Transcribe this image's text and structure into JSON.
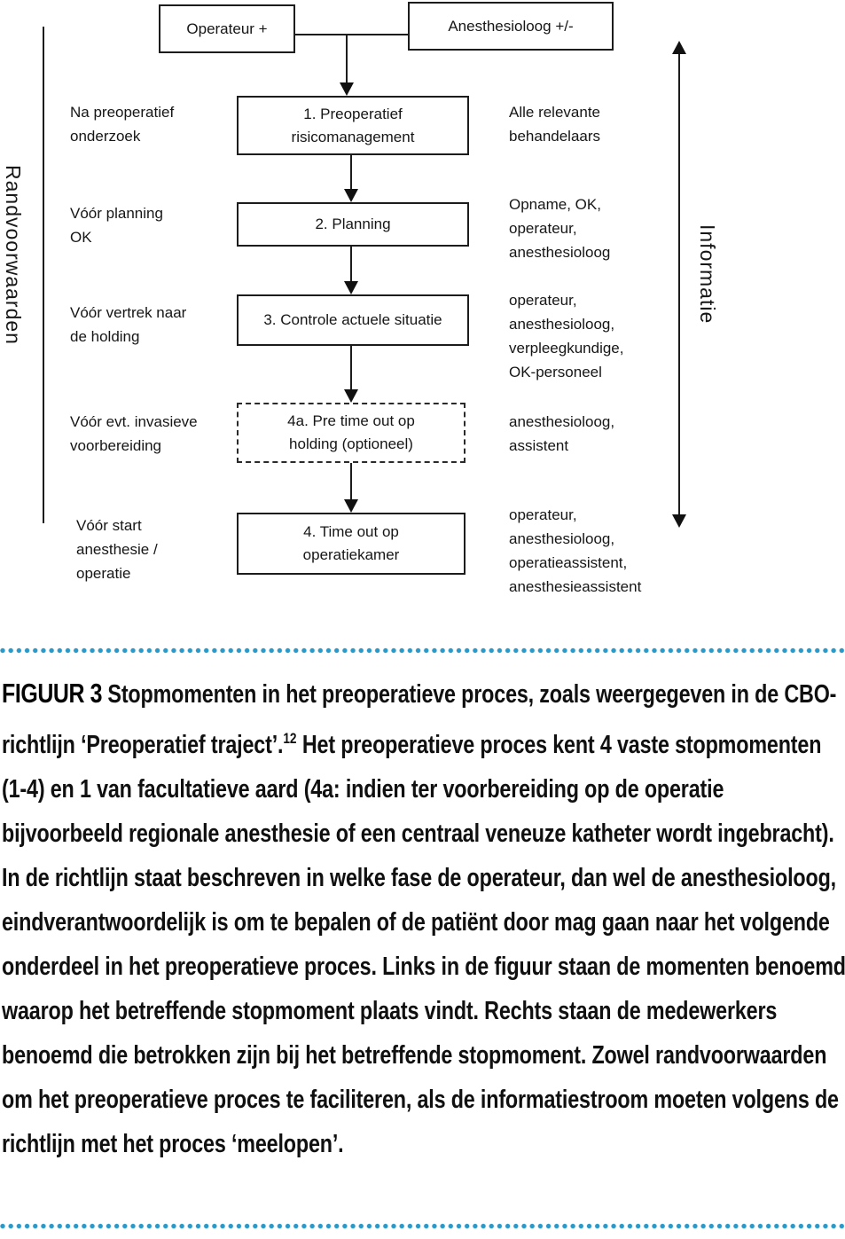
{
  "figure": {
    "left_axis_label": "Randvoorwaarden",
    "right_axis_label": "Informatie",
    "top_boxes": [
      {
        "label": "Operateur +"
      },
      {
        "label": "Anesthesioloog +/-"
      }
    ],
    "steps": [
      {
        "left": "Na preoperatief\nonderzoek",
        "box": "1. Preoperatief\nrisicomanagement",
        "right": "Alle relevante\nbehandelaars",
        "box_style": "solid"
      },
      {
        "left": "Vóór planning\nOK",
        "box": "2. Planning",
        "right": "Opname, OK,\noperateur,\nanesthesioloog",
        "box_style": "solid"
      },
      {
        "left": "Vóór vertrek naar\nde holding",
        "box": "3. Controle actuele situatie",
        "right": "operateur,\nanesthesioloog,\nverpleegkundige,\nOK-personeel",
        "box_style": "solid"
      },
      {
        "left": "Vóór evt. invasieve\nvoorbereiding",
        "box": "4a. Pre time out op\nholding (optioneel)",
        "right": "anesthesioloog,\nassistent",
        "box_style": "dashed"
      },
      {
        "left": "Vóór start\nanesthesie /\noperatie",
        "box": "4. Time out op\noperatiekamer",
        "right": "operateur,\nanesthesioloog,\noperatieassistent,\nanesthesieassistent",
        "box_style": "solid"
      }
    ]
  },
  "caption": {
    "label": "FIGUUR 3",
    "text_before_sup": "Stopmomenten in het preoperatieve proces, zoals weergegeven in de CBO-richtlijn ‘Preoperatief traject’.",
    "superscript": "12",
    "text_after_sup": "Het preoperatieve proces kent 4 vaste stopmomenten (1-4) en 1 van facultatieve aard (4a: indien ter voorbereiding op de operatie bijvoorbeeld regionale anesthesie of een centraal veneuze katheter wordt ingebracht). In de richtlijn staat beschreven in welke fase de operateur, dan wel de anesthesioloog, eindverantwoordelijk is om te bepalen of de patiënt door mag gaan naar het volgende onderdeel in het preoperatieve proces. Links in de figuur staan de momenten benoemd waarop het betreffende stopmoment plaats vindt. Rechts staan de medewerkers benoemd die betrokken zijn bij het betreffende stopmoment. Zowel randvoorwaarden om het preoperatieve proces te faciliteren, als de informatiestroom moeten volgens de richtlijn met het proces ‘meelopen’."
  },
  "colors": {
    "dotted_rule": "#2999c9",
    "diagram_ink": "#161616"
  }
}
